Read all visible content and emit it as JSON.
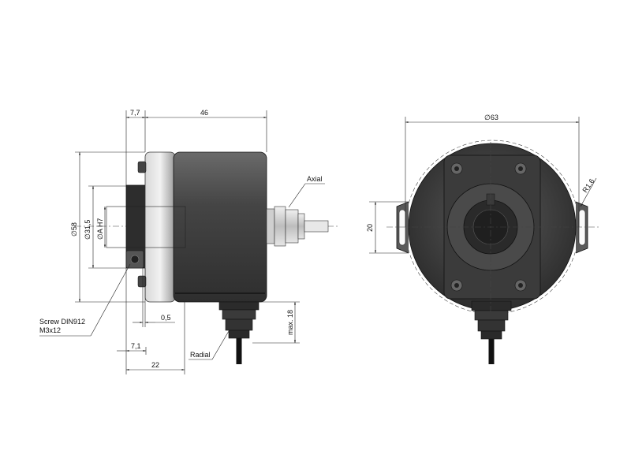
{
  "dimensions": {
    "d_7_7": "7,7",
    "d_46": "46",
    "d_58": "∅58",
    "d_31_5": "∅31,5",
    "d_A_H7": "∅A H7",
    "d_0_5": "0,5",
    "d_7_1": "7,1",
    "d_22": "22",
    "d_max18": "max. 18",
    "d_63": "∅63",
    "d_20": "20",
    "d_R1_6": "R1,6"
  },
  "labels": {
    "axial": "Axial",
    "radial": "Radial",
    "screw_line1": "Screw DIN912",
    "screw_line2": "M3x12"
  },
  "colors": {
    "body_dark": "#3a3a3a",
    "body_light": "#c9c9c9",
    "line": "#222222"
  }
}
